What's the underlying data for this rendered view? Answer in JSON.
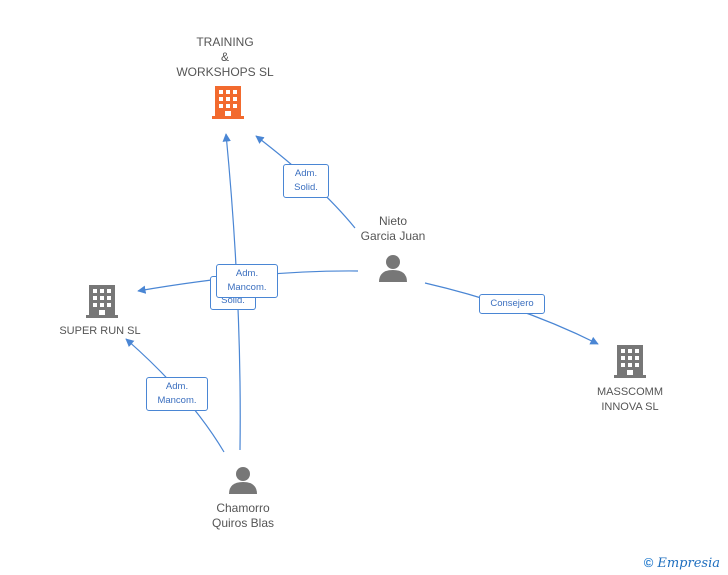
{
  "nodes": {
    "training": {
      "label": "TRAINING\n&\nWORKSHOPS SL",
      "kind": "company",
      "color": "#f26a2e"
    },
    "superrun": {
      "label": "SUPER RUN SL",
      "kind": "company",
      "color": "#777777"
    },
    "masscomm": {
      "label": "MASSCOMM\nINNOVA SL",
      "kind": "company",
      "color": "#777777"
    },
    "nieto": {
      "label": "Nieto\nGarcia Juan",
      "kind": "person",
      "color": "#777777"
    },
    "chamorro": {
      "label": "Chamorro\nQuiros Blas",
      "kind": "person",
      "color": "#777777"
    }
  },
  "edges": {
    "nieto_training": "Adm.\nSolid.",
    "nieto_superrun": "Adm.\nMancom.",
    "chamorro_training": "Solid.",
    "nieto_masscomm": "Consejero",
    "chamorro_superrun": "Adm.\nMancom."
  },
  "colors": {
    "edge": "#4a86d4",
    "icon": "#777777",
    "highlight": "#f26a2e"
  },
  "footer": {
    "copyright": "©",
    "brand": "Empresia"
  }
}
